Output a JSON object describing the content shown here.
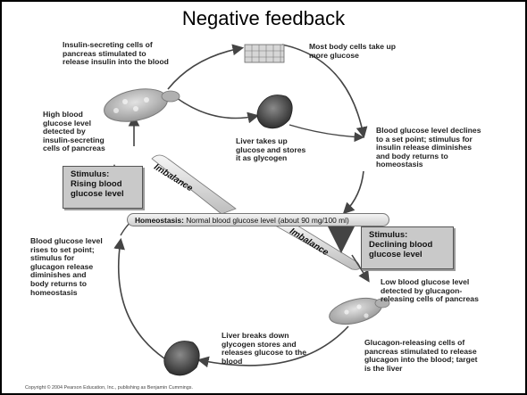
{
  "title": "Negative feedback",
  "labels": {
    "insulin_cells": "Insulin-secreting cells of pancreas stimulated to release insulin into the blood",
    "body_cells": "Most body cells take up more glucose",
    "high_glucose": "High blood glucose level detected by insulin-secreting cells of pancreas",
    "liver_takes_up": "Liver takes up glucose and stores it as glycogen",
    "declines": "Blood glucose level declines to a set point; stimulus for insulin release diminishes and body returns to homeostasis",
    "rises": "Blood glucose level rises to set point; stimulus for glucagon release diminishes and body returns to homeostasis",
    "low_glucose": "Low blood glucose level detected by glucagon-releasing cells of pancreas",
    "liver_breaks_down": "Liver breaks down glycogen stores and releases glucose to the blood",
    "glucagon_cells": "Glucagon-releasing cells of pancreas stimulated to release glucagon into the blood; target is the liver"
  },
  "stimulus_rising": "Stimulus: Rising blood glucose level",
  "stimulus_declining": "Stimulus: Declining blood glucose level",
  "homeostasis": {
    "label": "Homeostasis:",
    "text": "Normal blood glucose level (about 90 mg/100 ml)"
  },
  "imbalance_upper": "Imbalance",
  "imbalance_lower": "Imbalance",
  "copyright": "Copyright © 2004 Pearson Education, Inc., publishing as Benjamin Cummings."
}
